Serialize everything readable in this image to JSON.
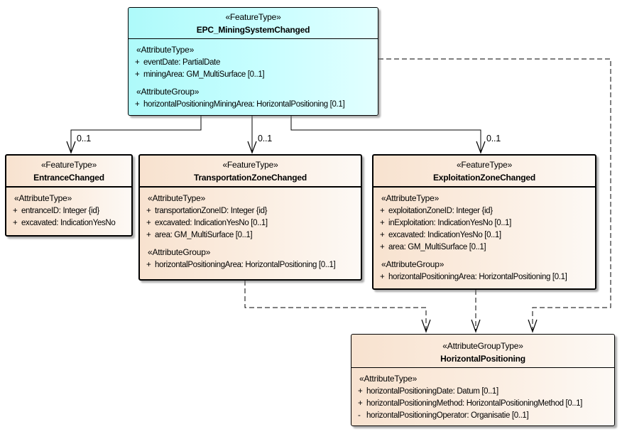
{
  "colors": {
    "highlight_class_fill": "#aefafa",
    "class_fill": "#f8e2cf",
    "class_fill_fade": "#fdf9f5",
    "line": "#000000",
    "background": "#ffffff"
  },
  "classes": [
    {
      "stereotype": "«FeatureType»",
      "name": "EPC_MiningSystemChanged",
      "sections": [
        {
          "stereotype": "«AttributeType»",
          "attrs": [
            {
              "vis": "+",
              "text": "eventDate: PartialDate"
            },
            {
              "vis": "+",
              "text": "miningArea: GM_MultiSurface [0..1]"
            }
          ]
        },
        {
          "stereotype": "«AttributeGroup»",
          "attrs": [
            {
              "vis": "+",
              "text": "horizontalPositioningMiningArea: HorizontalPositioning [0.1]"
            }
          ]
        }
      ]
    },
    {
      "stereotype": "«FeatureType»",
      "name": "EntranceChanged",
      "sections": [
        {
          "stereotype": "«AttributeType»",
          "attrs": [
            {
              "vis": "+",
              "text": "entranceID: Integer {id}"
            },
            {
              "vis": "+",
              "text": "excavated: IndicationYesNo"
            }
          ]
        }
      ]
    },
    {
      "stereotype": "«FeatureType»",
      "name": "TransportationZoneChanged",
      "sections": [
        {
          "stereotype": "«AttributeType»",
          "attrs": [
            {
              "vis": "+",
              "text": "transportationZoneID: Integer {id}"
            },
            {
              "vis": "+",
              "text": "excavated: IndicationYesNo [0..1]"
            },
            {
              "vis": "+",
              "text": "area: GM_MultiSurface [0..1]"
            }
          ]
        },
        {
          "stereotype": "«AttributeGroup»",
          "attrs": [
            {
              "vis": "+",
              "text": "horizontalPositioningArea: HorizontalPositioning [0..1]"
            }
          ]
        }
      ]
    },
    {
      "stereotype": "«FeatureType»",
      "name": "ExploitationZoneChanged",
      "sections": [
        {
          "stereotype": "«AttributeType»",
          "attrs": [
            {
              "vis": "+",
              "text": "exploitationZoneID: Integer {id}"
            },
            {
              "vis": "+",
              "text": "inExploitation: IndicationYesNo [0..1]"
            },
            {
              "vis": "+",
              "text": "excavated: IndicationYesNo [0..1]"
            },
            {
              "vis": "+",
              "text": "area: GM_MultiSurface [0..1]"
            }
          ]
        },
        {
          "stereotype": "«AttributeGroup»",
          "attrs": [
            {
              "vis": "+",
              "text": "horizontalPositioningArea: HorizontalPositioning [0.1]"
            }
          ]
        }
      ]
    },
    {
      "stereotype": "«AttributeGroupType»",
      "name": "HorizontalPositioning",
      "sections": [
        {
          "stereotype": "«AttributeType»",
          "attrs": [
            {
              "vis": "+",
              "text": "horizontalPositioningDate: Datum [0..1]"
            },
            {
              "vis": "+",
              "text": "horizontalPositioningMethod: HorizontalPositioningMethod [0..1]"
            },
            {
              "vis": "-",
              "text": "horizontalPositioningOperator: Organisatie [0..1]"
            }
          ]
        }
      ]
    }
  ],
  "connectors": {
    "association_labels": [
      "0..1",
      "0..1",
      "0..1"
    ]
  }
}
